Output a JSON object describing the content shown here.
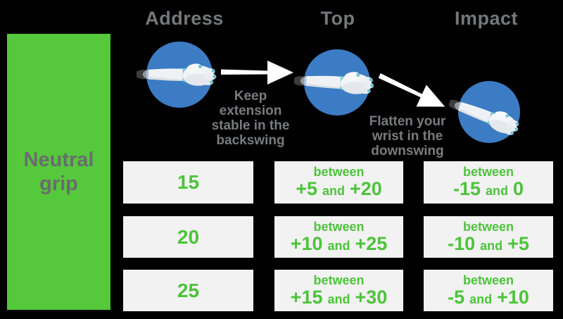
{
  "colors": {
    "background": "#000000",
    "panel_green": "#55C83C",
    "value_green": "#4CC43A",
    "circle_blue": "#3C7CC4",
    "heading_gray": "#76777B",
    "box_background": "#F2F2F2",
    "arrow_white": "#FFFFFF",
    "hand_teal_accent": "#62C3D6"
  },
  "icons": {
    "hand": "robotic-wrist-hand-icon",
    "arrow_horizontal": "arrow-right-icon",
    "arrow_diagonal": "arrow-down-right-icon"
  },
  "side_panel": {
    "label": "Neutral grip"
  },
  "columns": [
    {
      "header": "Address"
    },
    {
      "header": "Top"
    },
    {
      "header": "Impact"
    }
  ],
  "annotations": {
    "backswing": "Keep\nextension\nstable in the\nbackswing",
    "downswing": "Flatten your\nwrist in the\ndownswing"
  },
  "labels": {
    "between": "between",
    "and": "and"
  },
  "grid": {
    "rows": [
      {
        "address": "15",
        "top_low": "+5",
        "top_high": "+20",
        "impact_low": "-15",
        "impact_high": "0"
      },
      {
        "address": "20",
        "top_low": "+10",
        "top_high": "+25",
        "impact_low": "-10",
        "impact_high": "+5"
      },
      {
        "address": "25",
        "top_low": "+15",
        "top_high": "+30",
        "impact_low": "-5",
        "impact_high": "+10"
      }
    ]
  }
}
